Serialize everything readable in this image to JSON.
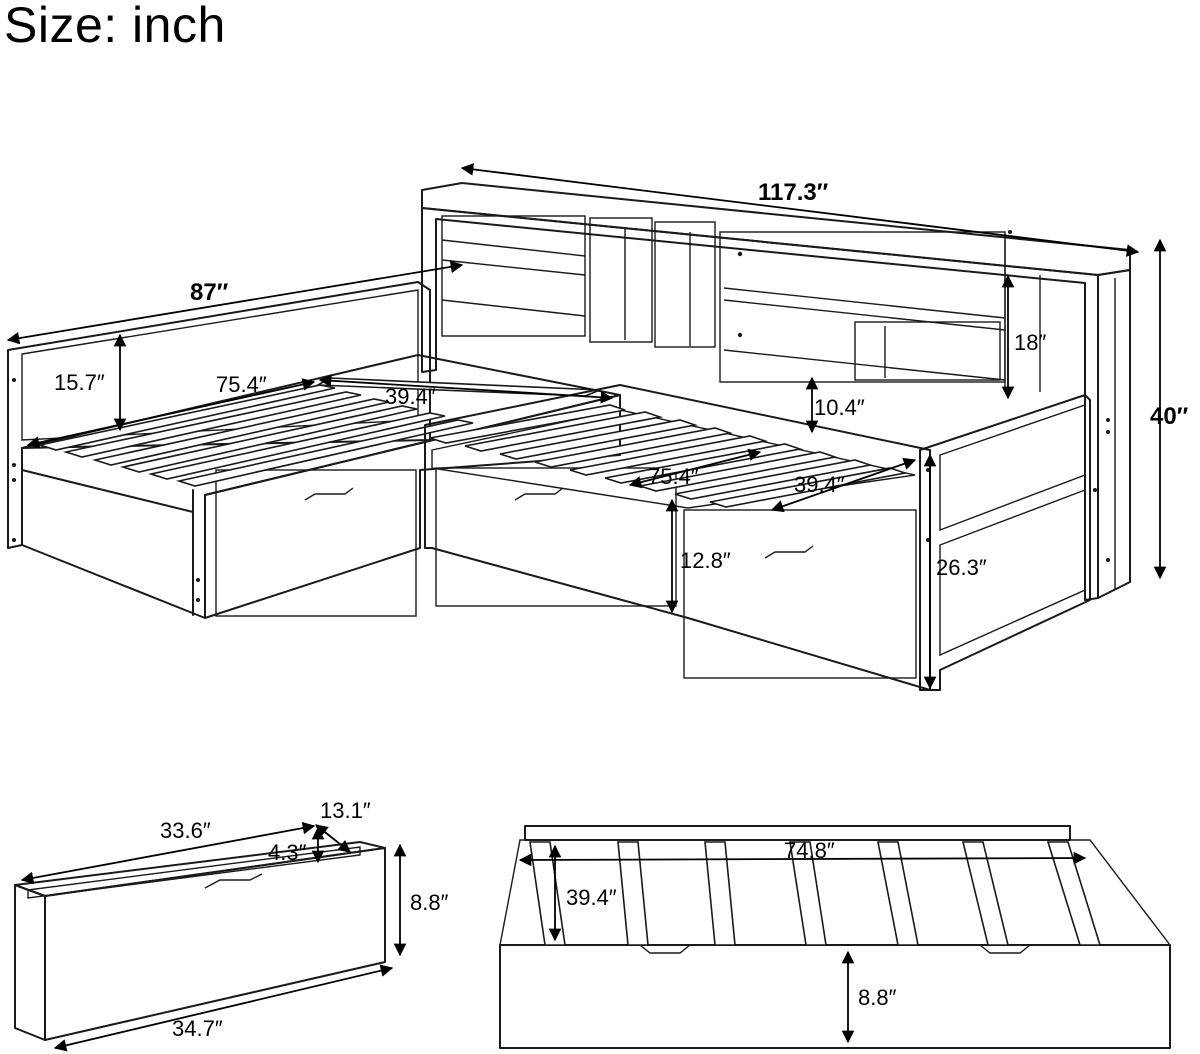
{
  "title": "Size: inch",
  "dimensions": {
    "total_length": "117.3″",
    "side_length": "87″",
    "height": "40″",
    "shelf_height": "18″",
    "backrest_height": "15.7″",
    "front_rail_height": "10.4″",
    "bed1_length": "75.4″",
    "bed1_width": "39.4″",
    "bed2_length": "75.4″",
    "bed2_width": "39.4″",
    "drawer_front_height": "12.8″",
    "armrest_depth": "26.3″",
    "drawer_top_length": "33.6″",
    "drawer_depth": "13.1″",
    "drawer_handle_depth": "4.3″",
    "drawer_height": "8.8″",
    "drawer_bottom_length": "34.7″",
    "trundle_length": "74.8″",
    "trundle_width": "39.4″",
    "trundle_height": "8.8″"
  }
}
